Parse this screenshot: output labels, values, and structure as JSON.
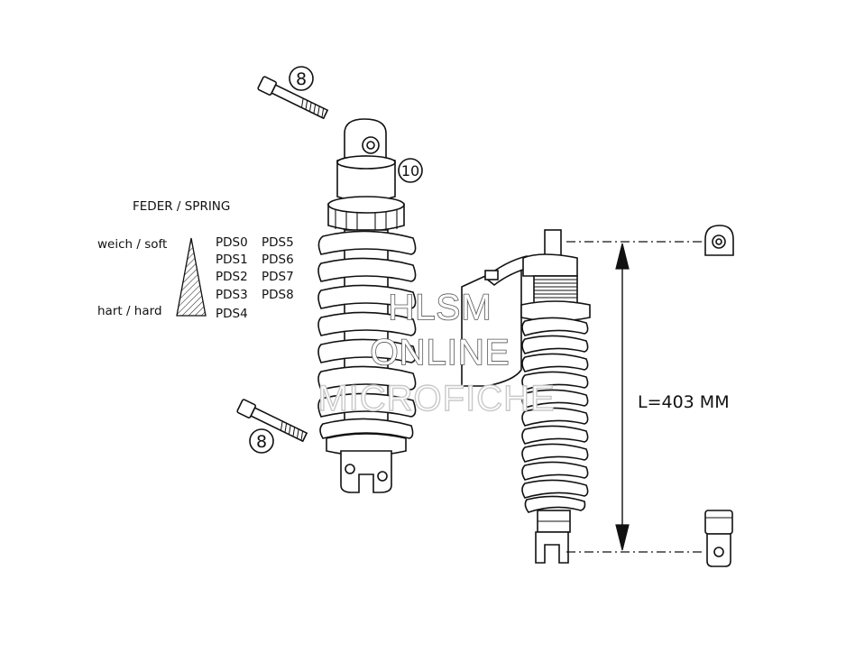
{
  "callouts": {
    "bolt_top": "8",
    "bolt_bottom": "8",
    "shock": "10"
  },
  "spring_table": {
    "title": "FEDER / SPRING",
    "soft_label": "weich / soft",
    "hard_label": "hart / hard",
    "col1": [
      "PDS0",
      "PDS1",
      "PDS2",
      "PDS3",
      "PDS4"
    ],
    "col2": [
      "PDS5",
      "PDS6",
      "PDS7",
      "PDS8"
    ]
  },
  "dimension": {
    "label": "L=403 MM"
  },
  "watermark": {
    "line1": "HLSM",
    "line2": "ONLINE",
    "line3": "MICROFICHE"
  }
}
